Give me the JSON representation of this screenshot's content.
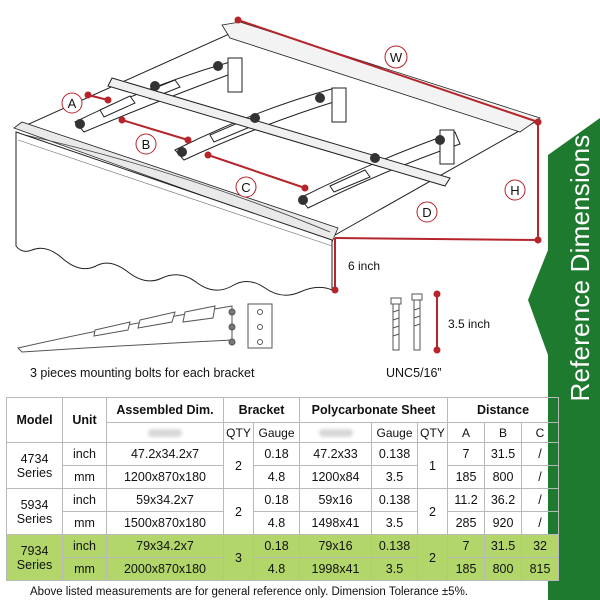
{
  "labels": {
    "W": "W",
    "A": "A",
    "B": "B",
    "C": "C",
    "D": "D",
    "H": "H",
    "six_inch": "6 inch",
    "three_five_inch": "3.5 inch",
    "bolt_caption": "3 pieces mounting bolts for each bracket",
    "unc": "UNC5/16”"
  },
  "ribbon": {
    "text": "Reference Dimensions",
    "color": "#1e7a2e"
  },
  "table": {
    "headers": {
      "model": "Model",
      "unit": "Unit",
      "assembled": "Assembled Dim.",
      "bracket": "Bracket",
      "sheet": "Polycarbonate Sheet",
      "distance": "Distance"
    },
    "subheaders": [
      "QTY",
      "Gauge",
      "QTY",
      "Gauge",
      "QTY",
      "A",
      "B",
      "C"
    ],
    "groups": [
      {
        "model": "4734\nSeries",
        "model_l1": "4734",
        "model_l2": "Series",
        "bracket_qty": "2",
        "sheet_qty": "1",
        "highlight": false,
        "rows": [
          {
            "unit": "inch",
            "assembled": "47.2x34.2x7",
            "gauge": "0.18",
            "sheet_dim": "47.2x33",
            "sheet_gauge": "0.138",
            "a": "7",
            "b": "31.5",
            "c": "/"
          },
          {
            "unit": "mm",
            "assembled": "1200x870x180",
            "gauge": "4.8",
            "sheet_dim": "1200x84",
            "sheet_gauge": "3.5",
            "a": "185",
            "b": "800",
            "c": "/"
          }
        ]
      },
      {
        "model_l1": "5934",
        "model_l2": "Series",
        "bracket_qty": "2",
        "sheet_qty": "2",
        "highlight": false,
        "rows": [
          {
            "unit": "inch",
            "assembled": "59x34.2x7",
            "gauge": "0.18",
            "sheet_dim": "59x16",
            "sheet_gauge": "0.138",
            "a": "11.2",
            "b": "36.2",
            "c": "/"
          },
          {
            "unit": "mm",
            "assembled": "1500x870x180",
            "gauge": "4.8",
            "sheet_dim": "1498x41",
            "sheet_gauge": "3.5",
            "a": "285",
            "b": "920",
            "c": "/"
          }
        ]
      },
      {
        "model_l1": "7934",
        "model_l2": "Series",
        "bracket_qty": "3",
        "sheet_qty": "2",
        "highlight": true,
        "rows": [
          {
            "unit": "inch",
            "assembled": "79x34.2x7",
            "gauge": "0.18",
            "sheet_dim": "79x16",
            "sheet_gauge": "0.138",
            "a": "7",
            "b": "31.5",
            "c": "32"
          },
          {
            "unit": "mm",
            "assembled": "2000x870x180",
            "gauge": "4.8",
            "sheet_dim": "1998x41",
            "sheet_gauge": "3.5",
            "a": "185",
            "b": "800",
            "c": "815"
          }
        ]
      }
    ]
  },
  "footer": "Above listed measurements are for general reference only. Dimension Tolerance ±5%.",
  "colors": {
    "dimension_line": "#b5252b",
    "highlight_row": "#b3d66a",
    "group_divider": "#6fbf4c",
    "ribbon": "#1e7a2e"
  }
}
